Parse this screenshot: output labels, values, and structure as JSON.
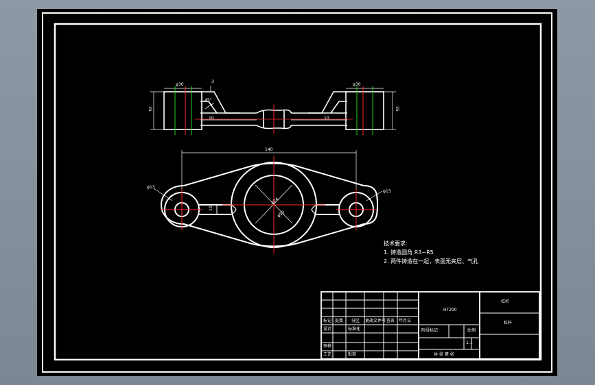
{
  "colors": {
    "background": "#000000",
    "line": "#ffffff",
    "center_line": "#ff2a2a",
    "axis_line": "#22d622",
    "app_frame": "#8a94a0"
  },
  "top_view": {
    "dim_left_dia": "φ30",
    "dim_right_dia": "φ30",
    "dim_left_height": "35",
    "dim_right_height": "35",
    "dim_angle": "45°",
    "dim_small": "3",
    "dim_left_inner": "10",
    "dim_right_inner": "10"
  },
  "plan_view": {
    "dim_overall_width": "140",
    "dim_left_hole": "φ13",
    "dim_right_hole": "φ13",
    "dim_center_inner": "φ24",
    "dim_center_outer": "φ50",
    "dim_web": "10"
  },
  "notes": {
    "title": "技术要求:",
    "line1": "1. 铸造圆角 R3~R5",
    "line2": "2. 两件铸造在一起，表面无夹层、气孔"
  },
  "title_block": {
    "material": "HT200",
    "part_name": "杠杆",
    "drawing_no": "杠杆",
    "scale_label": "比例",
    "sheet_label": "1:1",
    "school": "",
    "row_labels": [
      "标记",
      "处数",
      "分区",
      "更改文件号",
      "签名",
      "年月日"
    ],
    "row2_labels": [
      "设计",
      "",
      "标准化",
      "",
      "阶段标记",
      ""
    ],
    "row3_labels": [
      "审核",
      "",
      "",
      "",
      "",
      ""
    ],
    "row4_labels": [
      "工艺",
      "",
      "批准",
      "",
      "",
      ""
    ],
    "sign_labels": [
      "共  张  第  张"
    ]
  }
}
